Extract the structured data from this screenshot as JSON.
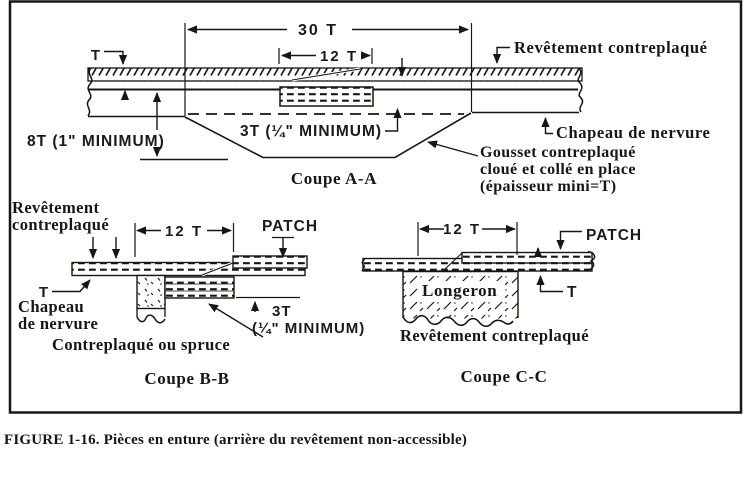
{
  "figure": {
    "caption": "FIGURE 1-16.  Pièces en enture (arrière du revêtement non-accessible)"
  },
  "section_aa": {
    "label": "Coupe A-A",
    "dim_30t": "30 T",
    "dim_12t": "12 T",
    "dim_t": "T",
    "dim_8t": "8T (1\" MINIMUM)",
    "dim_3t": "3T (¼\" MINIMUM)",
    "callout_skin": "Revêtement contreplaqué",
    "callout_ribcap": "Chapeau de nervure",
    "callout_gusset_1": "Gousset contreplaqué",
    "callout_gusset_2": "cloué et collé en place",
    "callout_gusset_3": "(épaisseur mini=T)"
  },
  "section_bb": {
    "label": "Coupe B-B",
    "callout_skin_1": "Revêtement",
    "callout_skin_2": "contreplaqué",
    "dim_12t": "12 T",
    "patch": "PATCH",
    "dim_t": "T",
    "callout_ribcap_1": "Chapeau",
    "callout_ribcap_2": "de nervure",
    "dim_3t_1": "3T",
    "dim_3t_2": "(¼\" MINIMUM)",
    "callout_material": "Contreplaqué ou spruce"
  },
  "section_cc": {
    "label": "Coupe C-C",
    "dim_12t": "12 T",
    "patch": "PATCH",
    "dim_t": "T",
    "label_spar": "Longeron",
    "callout_skin": "Revêtement contreplaqué"
  }
}
